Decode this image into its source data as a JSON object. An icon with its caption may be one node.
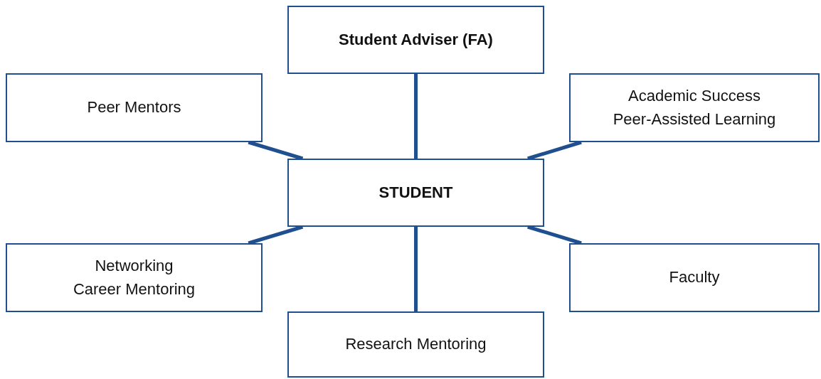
{
  "diagram": {
    "nodes": [
      {
        "text": [
          "Student Adviser (FA)"
        ]
      },
      {
        "text": [
          "Peer Mentors"
        ]
      },
      {
        "text": [
          "Academic Success",
          "Peer-Assisted Learning"
        ]
      },
      {
        "text": [
          "STUDENT"
        ]
      },
      {
        "text": [
          "Networking",
          "Career Mentoring"
        ]
      },
      {
        "text": [
          "Faculty"
        ]
      },
      {
        "text": [
          "Research Mentoring"
        ]
      }
    ],
    "edges": [
      {
        "from": 3,
        "to": 0,
        "arrow": "none"
      },
      {
        "from": 3,
        "to": 1,
        "arrow": "none"
      },
      {
        "from": 3,
        "to": 2,
        "arrow": "none"
      },
      {
        "from": 3,
        "to": 4,
        "arrow": "none"
      },
      {
        "from": 3,
        "to": 5,
        "arrow": "none"
      },
      {
        "from": 3,
        "to": 6,
        "arrow": "none"
      }
    ]
  }
}
